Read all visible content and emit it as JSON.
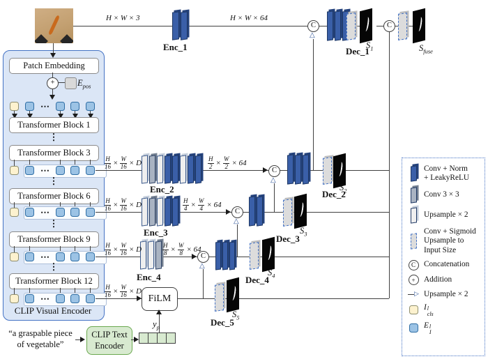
{
  "symbols": {
    "concat": "C",
    "add": "+",
    "hdots": "⋯",
    "vdots": "⋮",
    "times": "×",
    "tri": "△",
    "ltri": "▷"
  },
  "dims": {
    "input": "H × W × 3",
    "enc1_out": "H × W × 64",
    "vit": {
      "n1": "H",
      "d1": "16",
      "n2": "W",
      "d2": "16",
      "tail": "× D"
    },
    "enc2": {
      "n1": "H",
      "d1": "2",
      "n2": "W",
      "d2": "2",
      "tail": "× 64"
    },
    "enc3": {
      "n1": "H",
      "d1": "4",
      "n2": "W",
      "d2": "4",
      "tail": "× 64"
    },
    "enc4": {
      "n1": "H",
      "d1": "8",
      "n2": "W",
      "d2": "8",
      "tail": "× 64"
    }
  },
  "clip_visual": {
    "patch_embedding": "Patch Embedding",
    "epos": {
      "base": "E",
      "sub": "pos"
    },
    "blocks": [
      "Transformer Block 1",
      "Transformer Block 3",
      "Transformer Block 6",
      "Transformer Block 9",
      "Transformer Block 12"
    ],
    "caption": "CLIP Visual Encoder"
  },
  "encoders": {
    "e1": "Enc_1",
    "e2": "Enc_2",
    "e3": "Enc_3",
    "e4": "Enc_4"
  },
  "decoders": {
    "d1": "Dec_1",
    "d2": "Dec_2",
    "d3": "Dec_3",
    "d4": "Dec_4",
    "d5": "Dec_5"
  },
  "masks": {
    "s1": {
      "base": "S",
      "sub": "1"
    },
    "s2": {
      "base": "S",
      "sub": "2"
    },
    "s3": {
      "base": "S",
      "sub": "3"
    },
    "s4": {
      "base": "S",
      "sub": "4"
    },
    "s5": {
      "base": "S",
      "sub": "5"
    },
    "sfuse": {
      "base": "S",
      "sub": "fuse"
    }
  },
  "film": "FiLM",
  "text_branch": {
    "prompt_l1": "“a graspable piece",
    "prompt_l2": "of vegetable”",
    "encoder_l1": "CLIP Text",
    "encoder_l2": "Encoder",
    "yp": {
      "base": "y",
      "sub": "p"
    }
  },
  "legend": {
    "items": [
      {
        "l1": "Conv + Norm",
        "l2": "+ LeakyReLU"
      },
      {
        "l1": "Conv 3 × 3"
      },
      {
        "l1": "Upsample × 2"
      },
      {
        "l1": "Conv + Sigmoid",
        "l2": "Upsample to",
        "l3": "Input Size"
      },
      {
        "l1": "Concatenation"
      },
      {
        "l1": "Addition"
      },
      {
        "l1": "Upsample × 2"
      },
      {
        "base": "I",
        "sup": "l",
        "sub": "cls"
      },
      {
        "base": "E",
        "sup": "l",
        "sub": "I"
      }
    ]
  },
  "colors": {
    "accent_blue": "#4472c4",
    "slab_blue": "#3a5fa8",
    "slab_gray": "#a9b3c2",
    "slab_light": "#efefef",
    "token_blue": "#9cc3e5",
    "token_yellow": "#fdf2cf",
    "prompt_green": "#d8ead0",
    "green_border": "#6aa84f",
    "panel_bg": "#dbe6f6",
    "mask_black": "#060606"
  }
}
